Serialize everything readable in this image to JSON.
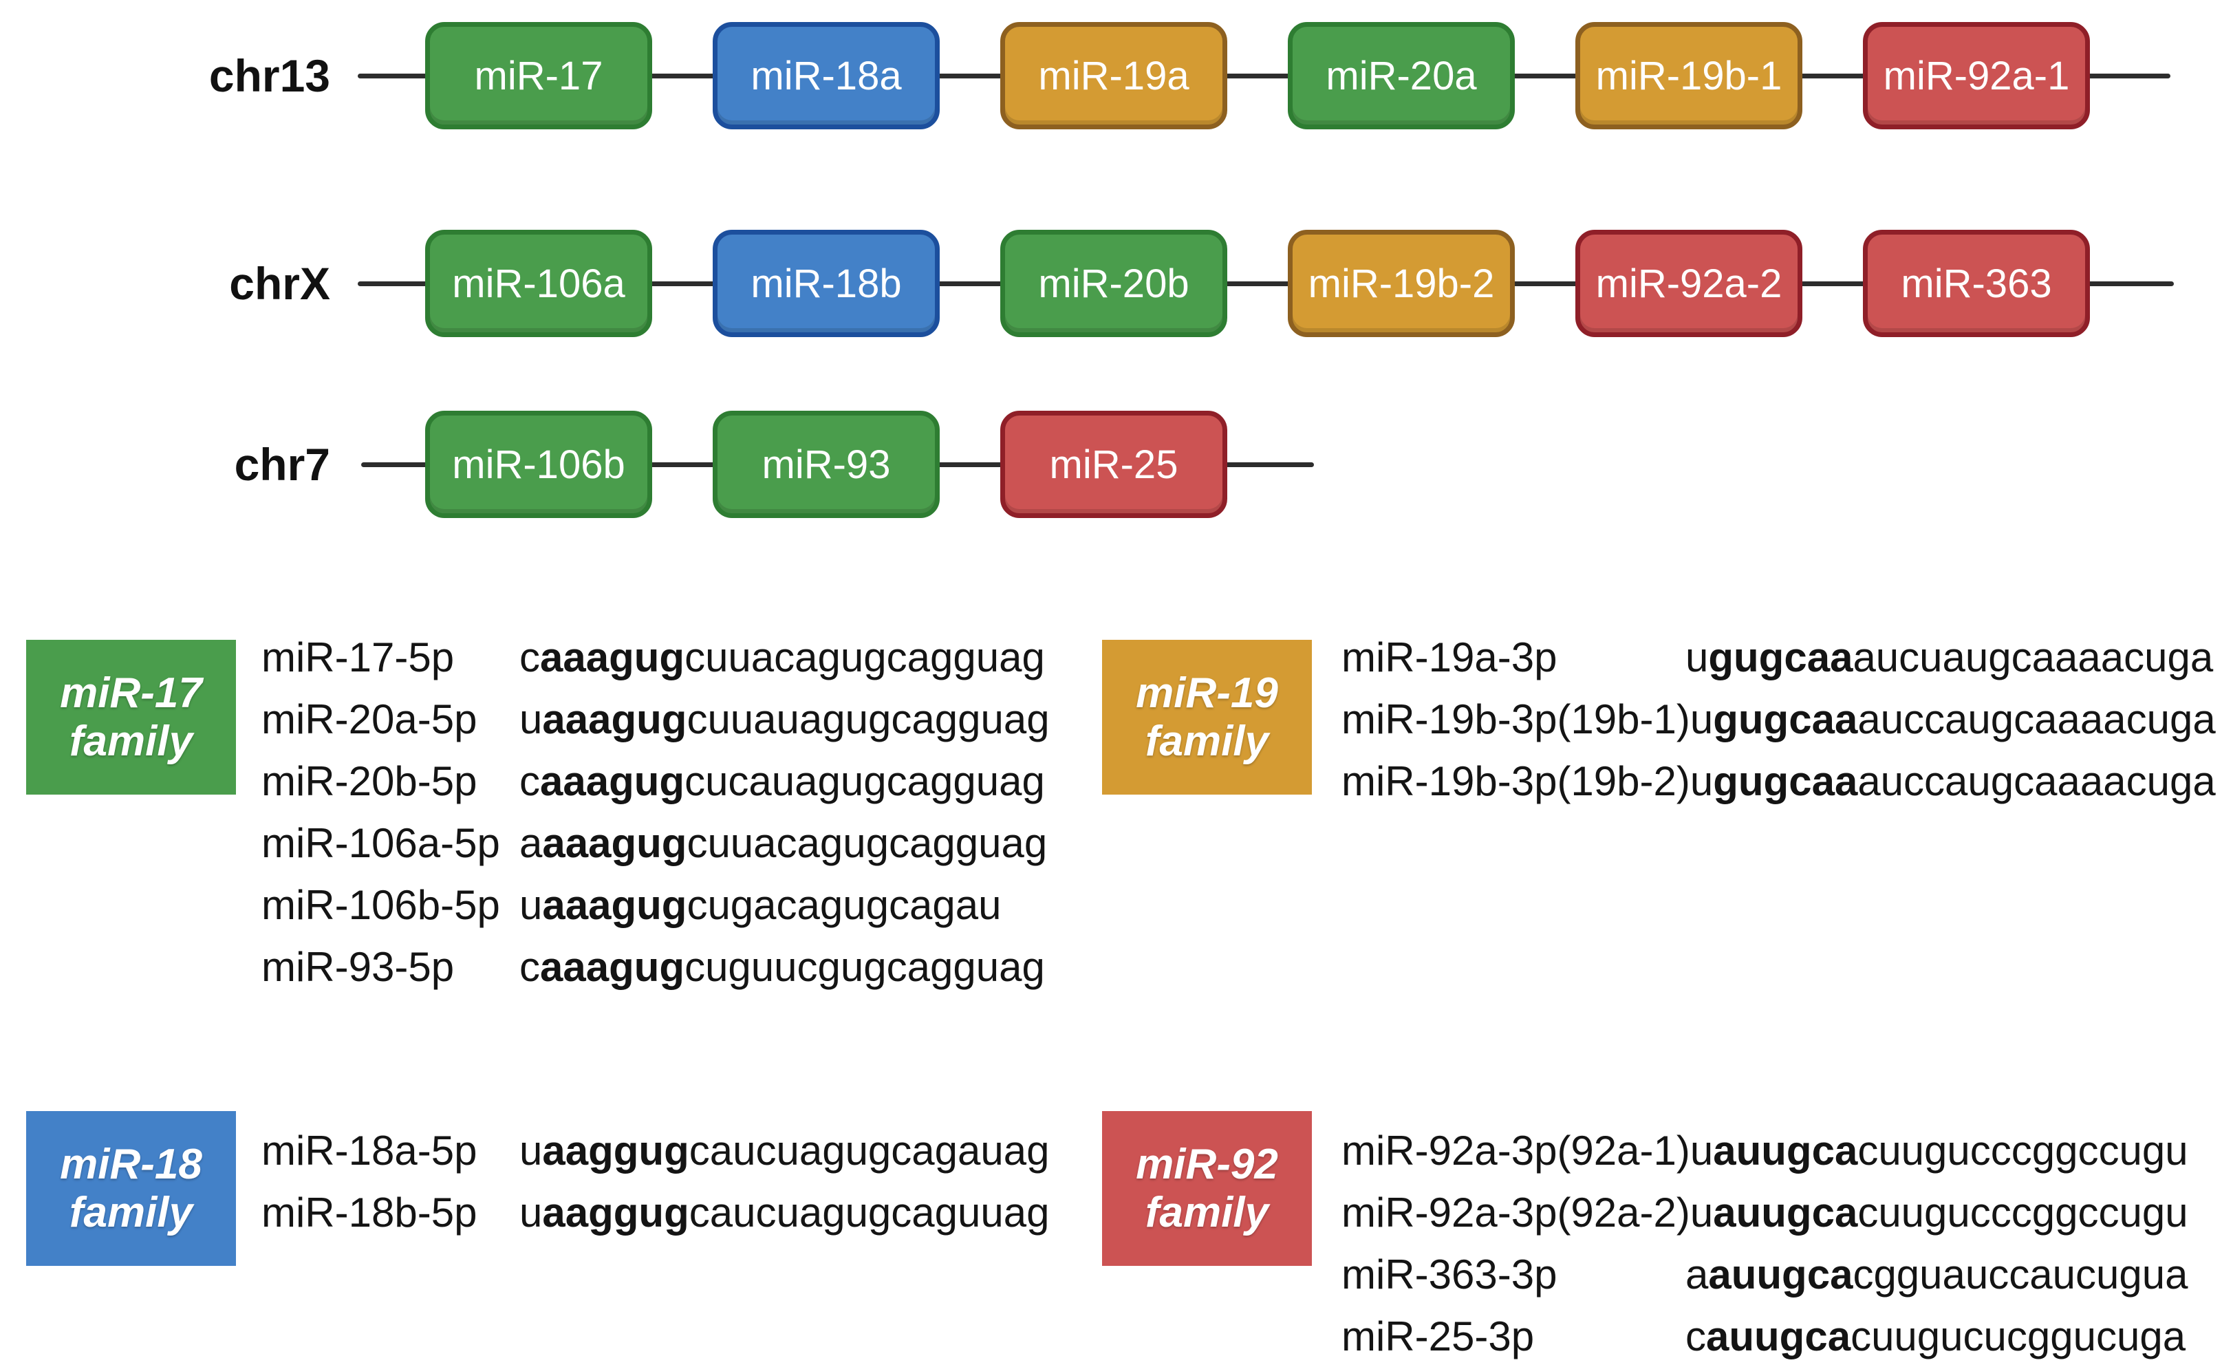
{
  "chromosomes": [
    {
      "name": "chr13",
      "genes": [
        {
          "label": "miR-17",
          "color": "green"
        },
        {
          "label": "miR-18a",
          "color": "blue"
        },
        {
          "label": "miR-19a",
          "color": "orange"
        },
        {
          "label": "miR-20a",
          "color": "green"
        },
        {
          "label": "miR-19b-1",
          "color": "orange"
        },
        {
          "label": "miR-92a-1",
          "color": "red"
        }
      ]
    },
    {
      "name": "chrX",
      "genes": [
        {
          "label": "miR-106a",
          "color": "green"
        },
        {
          "label": "miR-18b",
          "color": "blue"
        },
        {
          "label": "miR-20b",
          "color": "green"
        },
        {
          "label": "miR-19b-2",
          "color": "orange"
        },
        {
          "label": "miR-92a-2",
          "color": "red"
        },
        {
          "label": "miR-363",
          "color": "red"
        }
      ]
    },
    {
      "name": "chr7",
      "genes": [
        {
          "label": "miR-106b",
          "color": "green"
        },
        {
          "label": "miR-93",
          "color": "green"
        },
        {
          "label": "miR-25",
          "color": "red"
        }
      ]
    }
  ],
  "families": [
    {
      "title_line1": "miR-17",
      "title_line2": "family",
      "color": "green",
      "members": [
        {
          "name": "miR-17-5p",
          "pre": "c",
          "seed": "aaagug",
          "post": "cuuacagugcagguag"
        },
        {
          "name": "miR-20a-5p",
          "pre": "u",
          "seed": "aaagug",
          "post": "cuuauagugcagguag"
        },
        {
          "name": "miR-20b-5p",
          "pre": "c",
          "seed": "aaagug",
          "post": "cucauagugcagguag"
        },
        {
          "name": "miR-106a-5p",
          "pre": "a",
          "seed": "aaagug",
          "post": "cuuacagugcagguag"
        },
        {
          "name": "miR-106b-5p",
          "pre": "u",
          "seed": "aaagug",
          "post": "cugacagugcagau"
        },
        {
          "name": "miR-93-5p",
          "pre": "c",
          "seed": "aaagug",
          "post": "cuguucgugcagguag"
        }
      ]
    },
    {
      "title_line1": "miR-19",
      "title_line2": "family",
      "color": "orange",
      "members": [
        {
          "name": "miR-19a-3p",
          "pre": "u",
          "seed": "gugcaa",
          "post": "aucuaugcaaaacuga"
        },
        {
          "name": "miR-19b-3p(19b-1)",
          "pre": "u",
          "seed": "gugcaa",
          "post": "auccaugcaaaacuga"
        },
        {
          "name": "miR-19b-3p(19b-2)",
          "pre": "u",
          "seed": "gugcaa",
          "post": "auccaugcaaaacuga"
        }
      ]
    },
    {
      "title_line1": "miR-18",
      "title_line2": "family",
      "color": "blue",
      "members": [
        {
          "name": "miR-18a-5p",
          "pre": "u",
          "seed": "aaggug",
          "post": "caucuagugcagauag"
        },
        {
          "name": "miR-18b-5p",
          "pre": "u",
          "seed": "aaggug",
          "post": "caucuagugcaguuag"
        }
      ]
    },
    {
      "title_line1": "miR-92",
      "title_line2": "family",
      "color": "red",
      "members": [
        {
          "name": "miR-92a-3p(92a-1)",
          "pre": "u",
          "seed": "auugca",
          "post": "cuugucccggccugu"
        },
        {
          "name": "miR-92a-3p(92a-2)",
          "pre": "u",
          "seed": "auugca",
          "post": "cuugucccggccugu"
        },
        {
          "name": "miR-363-3p",
          "pre": "a",
          "seed": "auugca",
          "post": "cgguauccaucugua"
        },
        {
          "name": "miR-25-3p",
          "pre": "c",
          "seed": "auugca",
          "post": "cuugucucggucuga"
        }
      ]
    }
  ],
  "colors": {
    "green": {
      "fill": "#4a9d4c",
      "border": "#2e7d32"
    },
    "blue": {
      "fill": "#4381c8",
      "border": "#1c4f9d"
    },
    "orange": {
      "fill": "#d49b33",
      "border": "#8d6020"
    },
    "red": {
      "fill": "#cc5353",
      "border": "#8f1f28"
    },
    "chromosome_line": "#2d2d2d",
    "text": "#141414"
  }
}
